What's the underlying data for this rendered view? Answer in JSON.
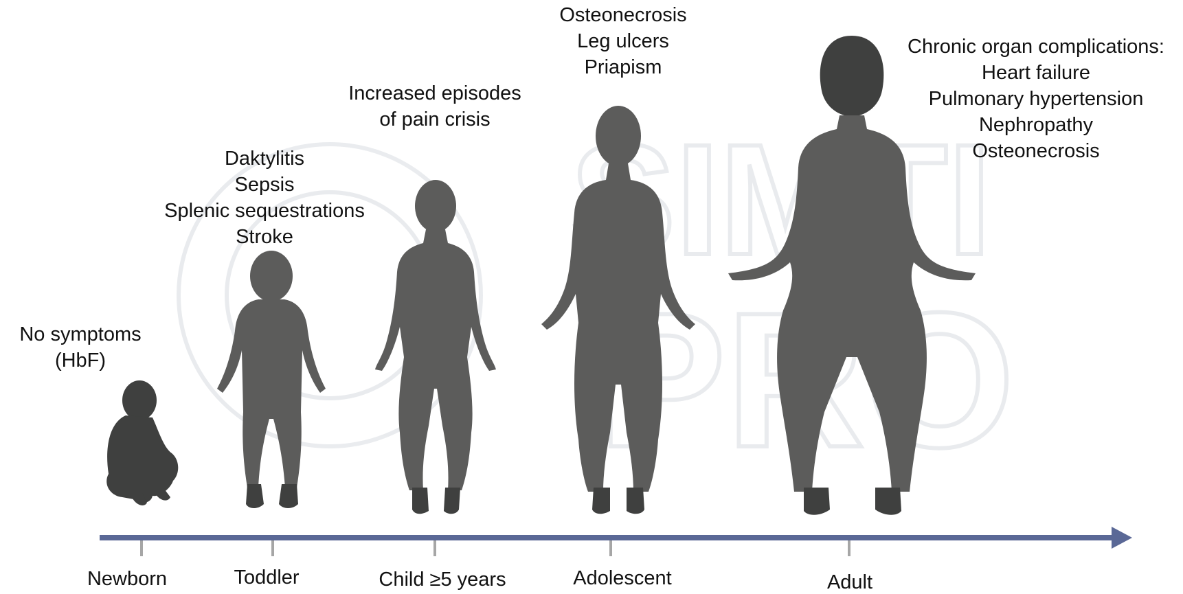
{
  "watermark": {
    "line1": "SIMTI",
    "line2": "PRO"
  },
  "timeline": {
    "axis_color": "#5a6896",
    "tick_color": "#a6a6a6",
    "stages": [
      {
        "id": "newborn",
        "label": "Newborn"
      },
      {
        "id": "toddler",
        "label": "Toddler"
      },
      {
        "id": "child",
        "label": "Child ≥5 years"
      },
      {
        "id": "adolescent",
        "label": "Adolescent"
      },
      {
        "id": "adult",
        "label": "Adult"
      }
    ]
  },
  "figures": {
    "silhouette_color": "#5c5c5b",
    "head_color": "#3f403f"
  },
  "complications": {
    "newborn": [
      "No symptoms",
      "(HbF)"
    ],
    "toddler": [
      "Daktylitis",
      "Sepsis",
      "Splenic sequestrations",
      "Stroke"
    ],
    "child": [
      "Increased episodes",
      "of pain crisis"
    ],
    "adolescent": [
      "Osteonecrosis",
      "Leg ulcers",
      "Priapism"
    ],
    "adult": [
      "Chronic organ complications:",
      "Heart failure",
      "Pulmonary hypertension",
      "Nephropathy",
      "Osteonecrosis"
    ]
  }
}
